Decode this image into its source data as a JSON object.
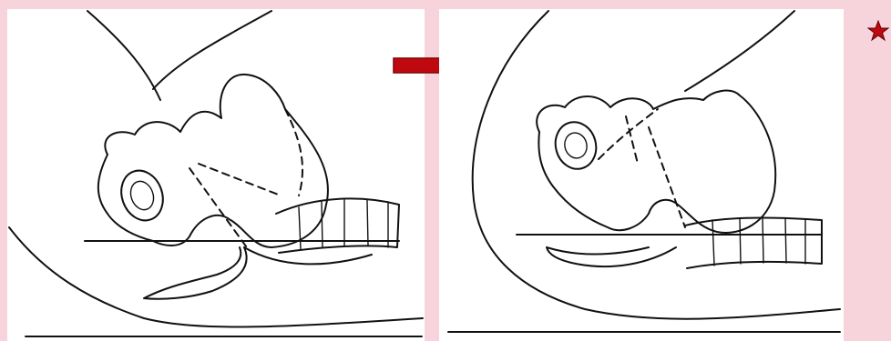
{
  "figure": {
    "panels": [
      {
        "id": "before",
        "description_key": "pelvis-position-1"
      },
      {
        "id": "after",
        "description_key": "pelvis-position-2"
      }
    ],
    "arrow_color": "#c0090f",
    "star_color": "#c0090f",
    "background_color": "#f7d4dc"
  }
}
